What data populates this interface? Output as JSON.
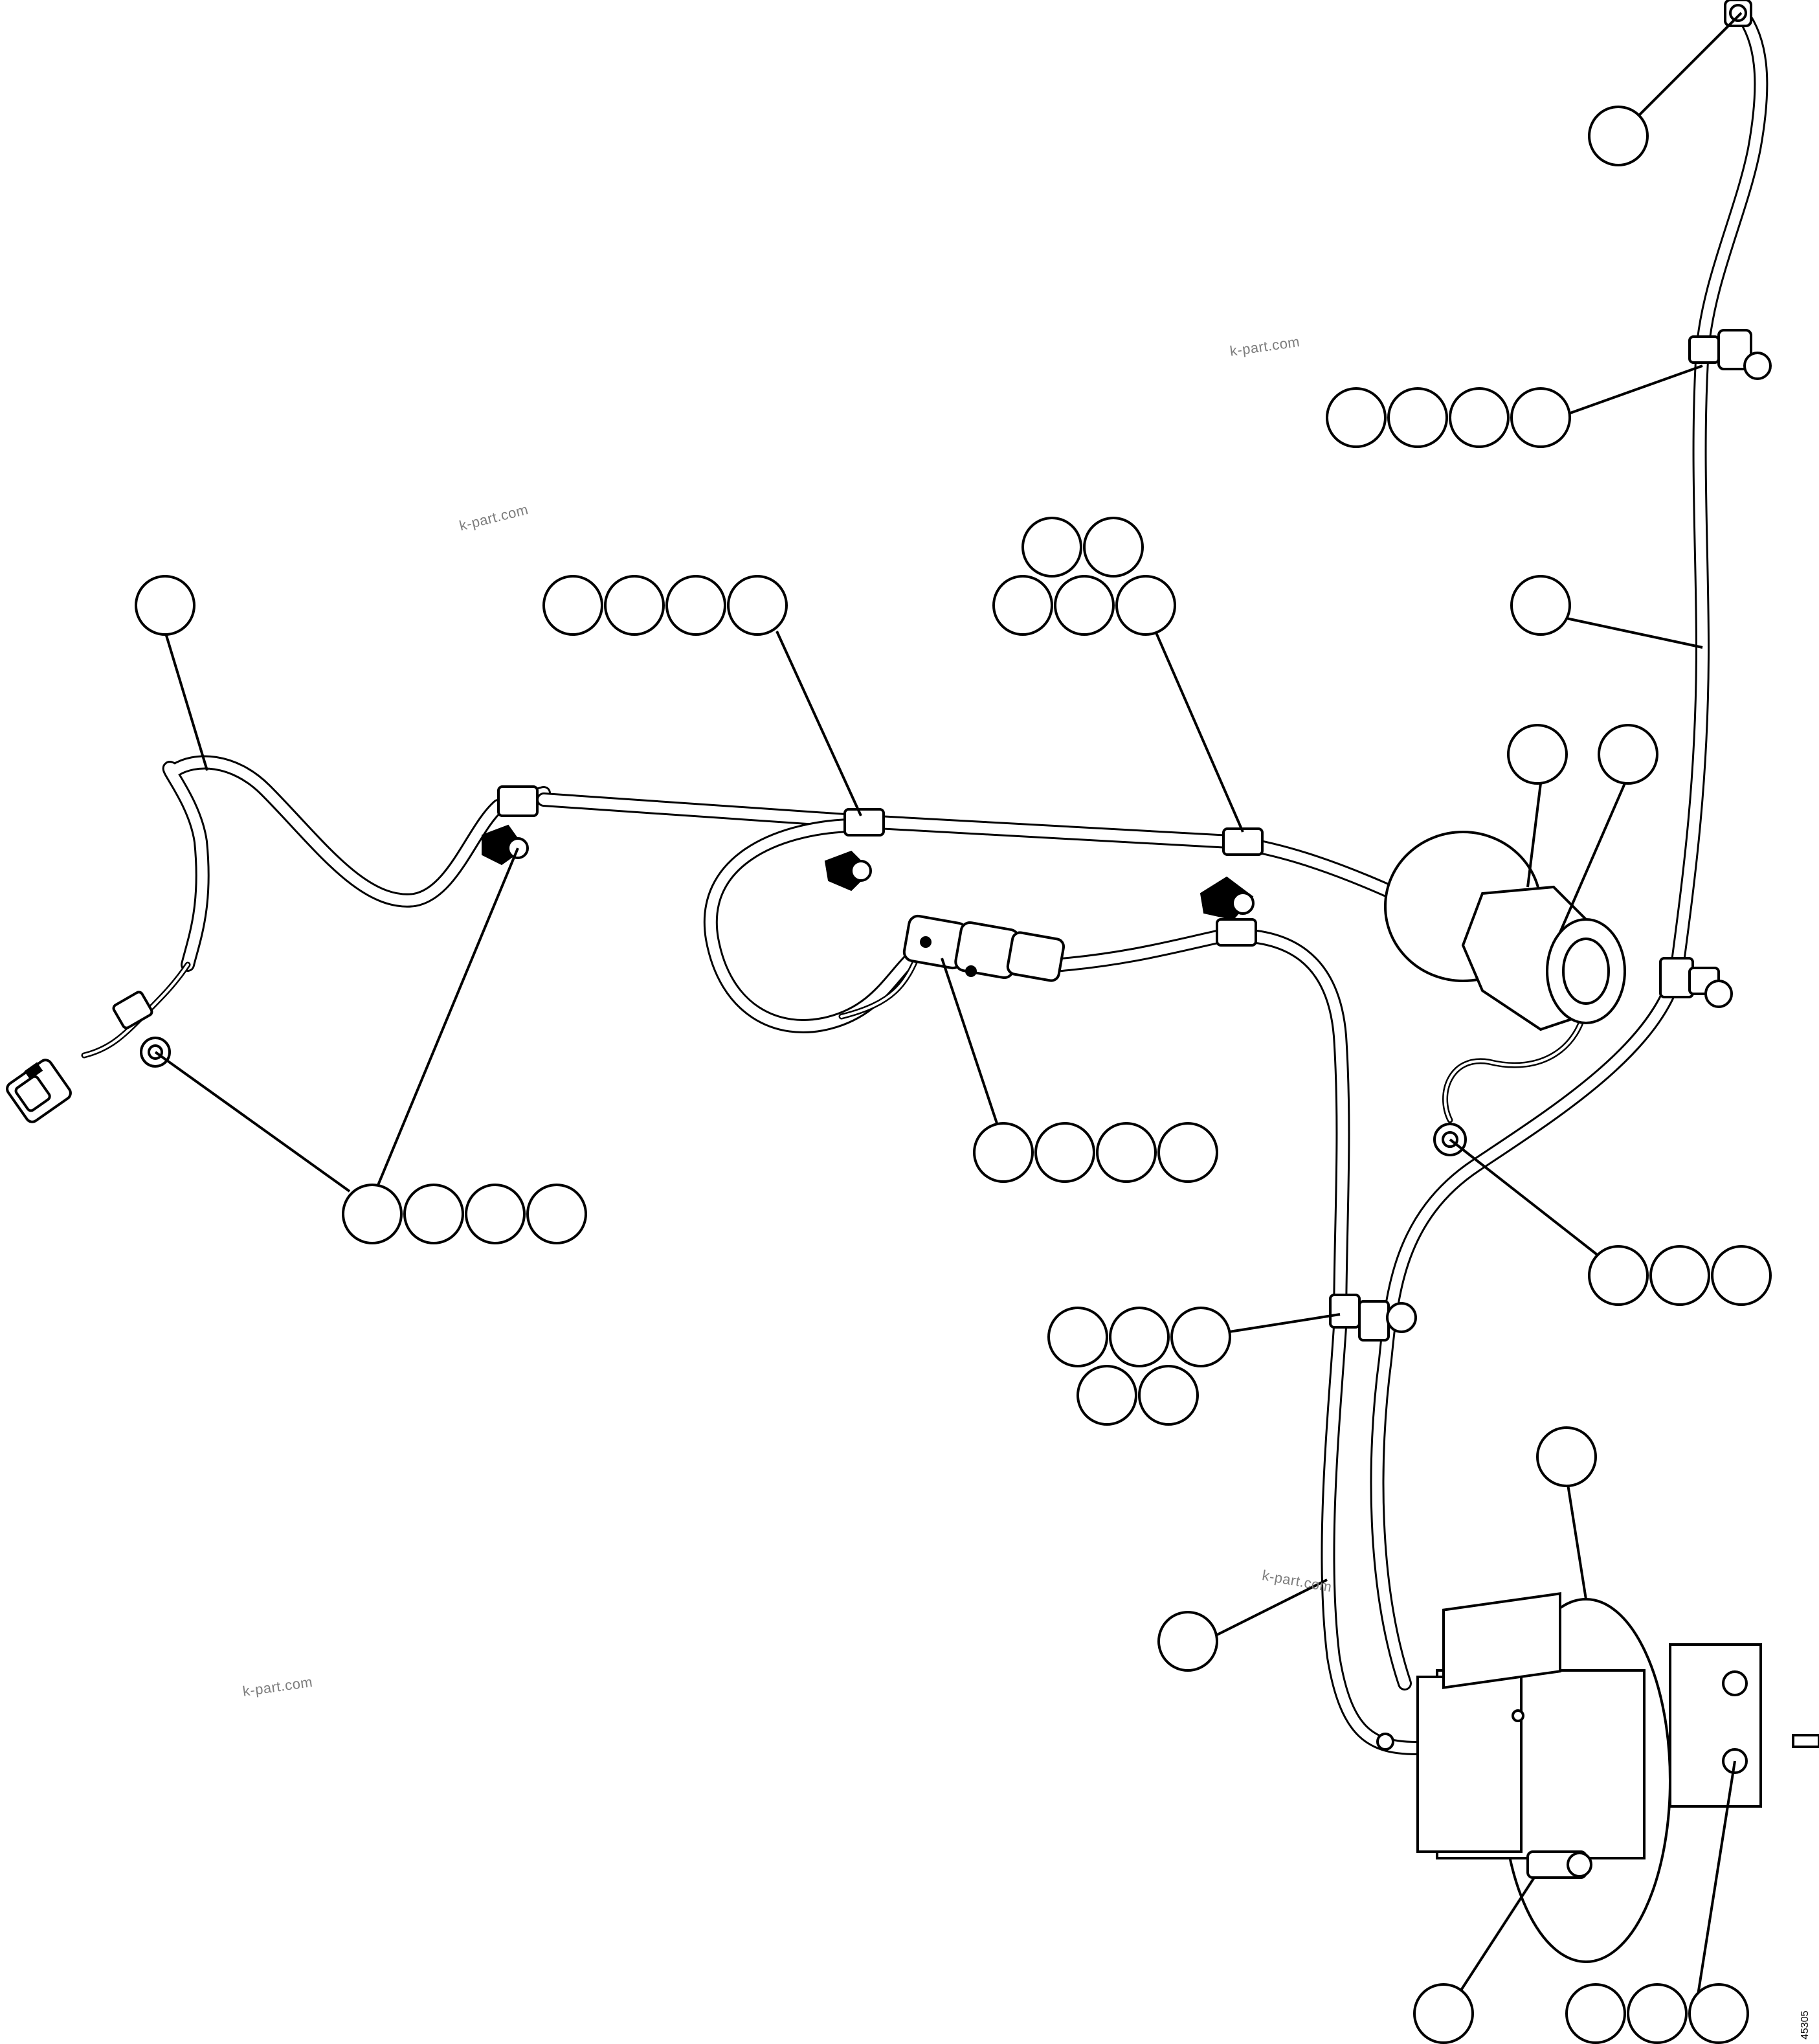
{
  "diagram": {
    "kind": "parts-callout-diagram",
    "stroke_color": "#000000",
    "background_color": "#ffffff",
    "watermark_color": "#7d7d7d",
    "callout_groups_blank": true
  },
  "watermarks": [
    "k-part.com",
    "k-part.com",
    "k-part.com",
    "k-part.com"
  ],
  "sheet_code": "45305"
}
